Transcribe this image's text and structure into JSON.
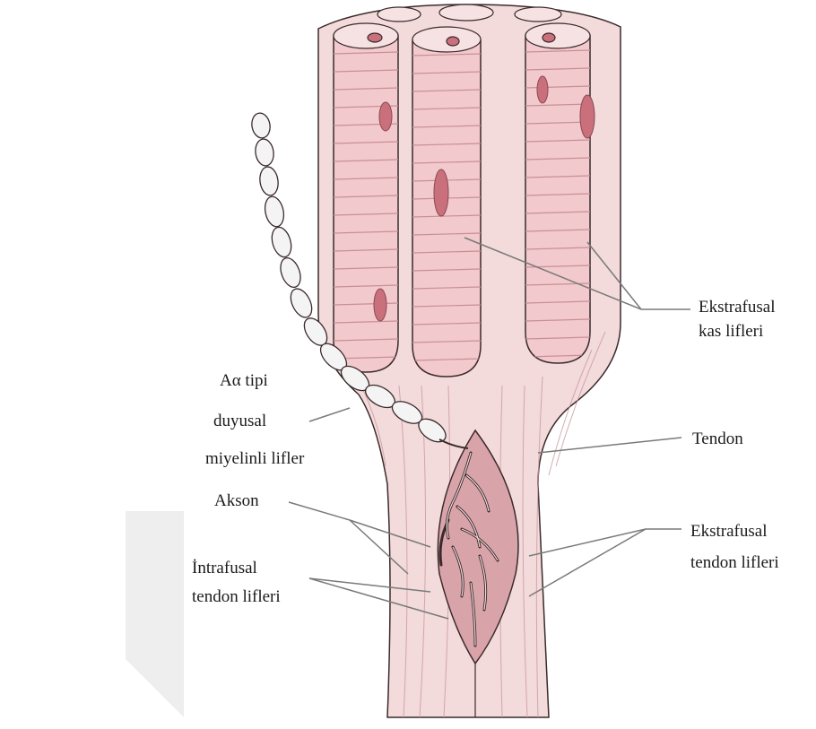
{
  "labels": {
    "ekstrafusal_kas_line1": "Ekstrafusal",
    "ekstrafusal_kas_line2": "kas lifleri",
    "a_alpha_line1": "Aα tipi",
    "a_alpha_line2": "duyusal",
    "a_alpha_line3": "miyelinli lifler",
    "tendon": "Tendon",
    "akson": "Akson",
    "ekstrafusal_tendon_line1": "Ekstrafusal",
    "ekstrafusal_tendon_line2": "tendon lifleri",
    "intrafusal_tendon_line1": "İntrafusal",
    "intrafusal_tendon_line2": "tendon  lifleri"
  },
  "colors": {
    "muscle_fill": "#f2c9cc",
    "muscle_stripe": "#c98f97",
    "nucleus": "#c9707c",
    "tendon_fill": "#f3dadb",
    "organ_fill": "#d9a3aa",
    "nerve_fill": "#f4f4f4",
    "outline": "#3a2a2c",
    "leader": "#7a7a7a"
  },
  "watermark": "light grey diagonal band"
}
